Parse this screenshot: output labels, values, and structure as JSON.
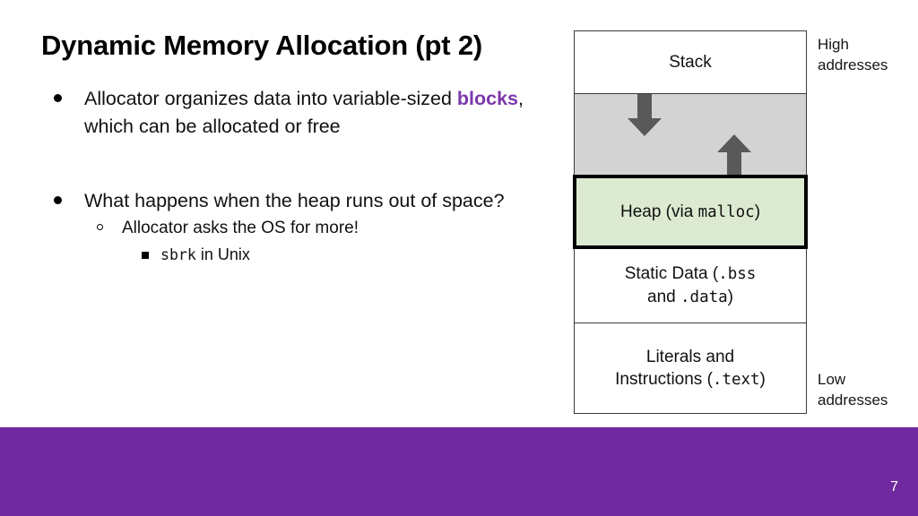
{
  "slide": {
    "title": "Dynamic Memory Allocation (pt 2)",
    "page_number": "7",
    "accent_color": "#70299f",
    "keyword_color": "#7b38ab"
  },
  "bullets": [
    {
      "level": 1,
      "marker": "filled-circle",
      "text_before": "Allocator organizes data into variable-sized ",
      "keyword": "blocks",
      "text_after": ", which can be allocated or free"
    },
    {
      "level": 1,
      "marker": "filled-circle",
      "text": "What happens when the heap runs out of space?"
    },
    {
      "level": 2,
      "marker": "hollow-circle",
      "text": "Allocator asks the OS for more!"
    },
    {
      "level": 3,
      "marker": "filled-square",
      "code": "sbrk",
      "text_after": " in Unix"
    }
  ],
  "diagram": {
    "name": "process-memory-layout",
    "regions": [
      {
        "id": "stack",
        "label": "Stack",
        "fill": "#ffffff",
        "emphasis": false
      },
      {
        "id": "gap",
        "label": "",
        "fill": "#d3d3d3",
        "emphasis": false
      },
      {
        "id": "heap",
        "label_before": "Heap (via ",
        "code": "malloc",
        "label_after": ")",
        "fill": "#dcead1",
        "emphasis": true
      },
      {
        "id": "static",
        "label_line1_before": "Static Data (",
        "code1": ".bss",
        "label_line2_before": "and ",
        "code2": ".data",
        "label_after": ")",
        "fill": "#ffffff",
        "emphasis": false
      },
      {
        "id": "text",
        "label_line1": "Literals and",
        "label_line2_before": "Instructions (",
        "code": ".text",
        "label_after": ")",
        "fill": "#ffffff",
        "emphasis": false
      }
    ],
    "arrows": [
      {
        "id": "stack-grows-down",
        "direction": "down",
        "color": "#595959"
      },
      {
        "id": "heap-grows-up",
        "direction": "up",
        "color": "#595959"
      }
    ],
    "address_labels": {
      "high": "High\naddresses",
      "low": "Low\naddresses"
    }
  }
}
